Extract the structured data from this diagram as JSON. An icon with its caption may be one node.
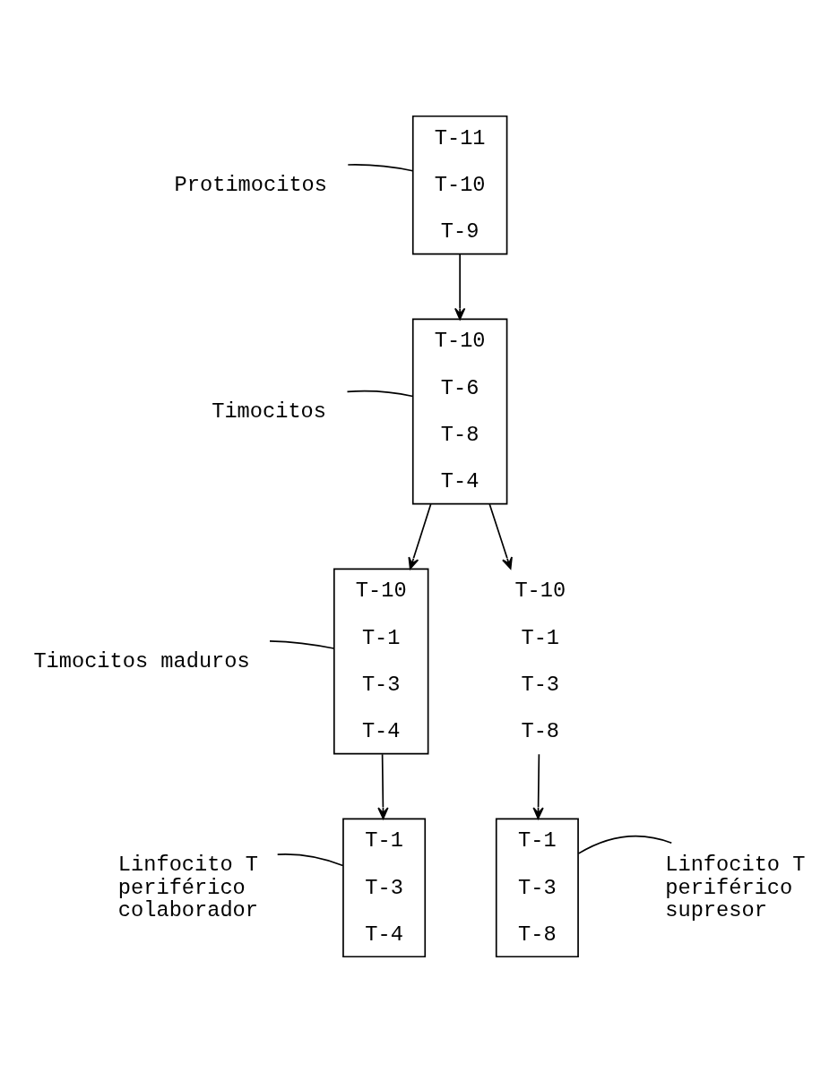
{
  "diagram": {
    "nodes": [
      {
        "text": [
          "Protimocitos"
        ]
      },
      {
        "text": [
          "T-11",
          "T-10",
          "T-9"
        ]
      },
      {
        "text": [
          "Timocitos"
        ]
      },
      {
        "text": [
          "T-10",
          "T-6",
          "T-8",
          "T-4"
        ]
      },
      {
        "text": [
          "Timocitos maduros"
        ]
      },
      {
        "text": [
          "T-10",
          "T-1",
          "T-3",
          "T-4"
        ]
      },
      {
        "text": [
          "T-10",
          "T-1",
          "T-3",
          "T-8"
        ]
      },
      {
        "text": [
          "Linfocito T periférico colaborador"
        ]
      },
      {
        "text": [
          "T-1",
          "T-3",
          "T-4"
        ]
      },
      {
        "text": [
          "T-1",
          "T-3",
          "T-8"
        ]
      },
      {
        "text": [
          "Linfocito T periférico supresor"
        ]
      }
    ],
    "edges": [
      {
        "from": 0,
        "to": 1,
        "arrow": "none"
      },
      {
        "from": 1,
        "to": 3,
        "arrow": "to"
      },
      {
        "from": 2,
        "to": 3,
        "arrow": "none"
      },
      {
        "from": 3,
        "to": 5,
        "arrow": "to"
      },
      {
        "from": 3,
        "to": 6,
        "arrow": "to"
      },
      {
        "from": 4,
        "to": 5,
        "arrow": "none"
      },
      {
        "from": 5,
        "to": 8,
        "arrow": "to"
      },
      {
        "from": 6,
        "to": 9,
        "arrow": "to"
      },
      {
        "from": 7,
        "to": 8,
        "arrow": "none"
      },
      {
        "from": 10,
        "to": 9,
        "arrow": "none"
      }
    ]
  }
}
